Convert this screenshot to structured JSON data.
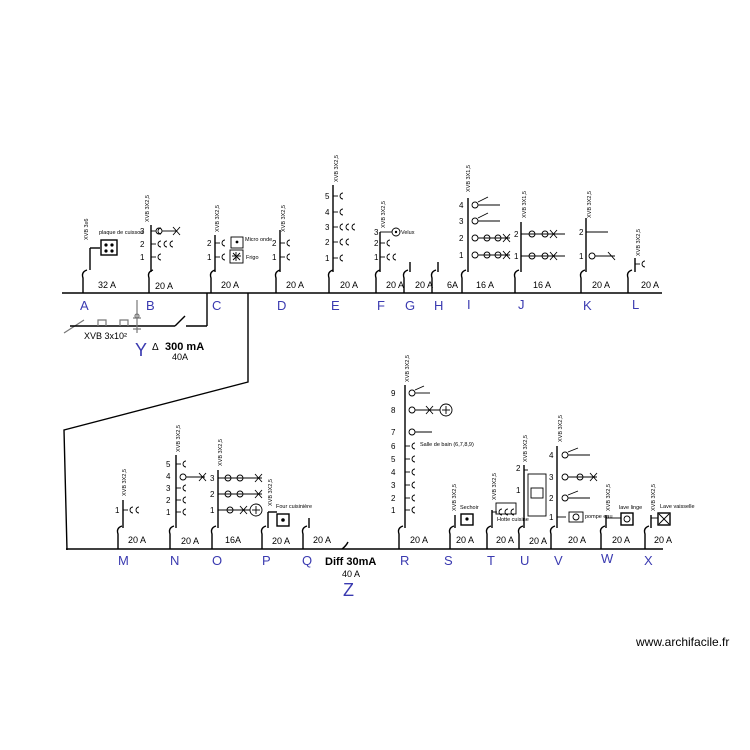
{
  "top_row": {
    "circuits": [
      {
        "letter": "A",
        "rating": "32 A",
        "cable": "XVB 3x6",
        "device": "plaque de cuisson"
      },
      {
        "letter": "B",
        "rating": "20 A",
        "cable": "XVB 3X2,5"
      },
      {
        "letter": "C",
        "rating": "20 A",
        "cable": "XVB 3X2,5",
        "devices": [
          "Micro onde",
          "Frigo"
        ]
      },
      {
        "letter": "D",
        "rating": "20 A",
        "cable": "XVB 3X2,5"
      },
      {
        "letter": "E",
        "rating": "20 A",
        "cable": "XVB 3X2,5"
      },
      {
        "letter": "F",
        "rating": "20 A",
        "cable": "XVB 3X2,5",
        "device": "Velux"
      },
      {
        "letter": "G",
        "rating": "20 A"
      },
      {
        "letter": "H",
        "rating": "6A"
      },
      {
        "letter": "I",
        "rating": "16 A",
        "cable": "XVB 3X1,5"
      },
      {
        "letter": "J",
        "rating": "16 A",
        "cable": "XVB 3X1,5"
      },
      {
        "letter": "K",
        "rating": "20 A",
        "cable": "XVB 3X2,5"
      },
      {
        "letter": "L",
        "rating": "20 A",
        "cable": "XVB 3X2,5"
      }
    ],
    "numbers": [
      "1",
      "2",
      "3",
      "4",
      "5"
    ]
  },
  "main_feed": {
    "cable": "XVB 3x10²",
    "letter": "Y",
    "delta": "Δ",
    "diff": "300 mA",
    "rating": "40A"
  },
  "bottom_row": {
    "circuits": [
      {
        "letter": "M",
        "rating": "20 A",
        "cable": "XVB 3X2,5"
      },
      {
        "letter": "N",
        "rating": "20 A",
        "cable": "XVB 3X2,5"
      },
      {
        "letter": "O",
        "rating": "16A",
        "cable": "XVB 3X2,5"
      },
      {
        "letter": "P",
        "rating": "20 A",
        "cable": "XVB 3X2,5",
        "device": "Four cuisinière"
      },
      {
        "letter": "Q",
        "rating": "20 A"
      },
      {
        "letter": "R",
        "rating": "20 A",
        "cable": "XVB 3X2,5",
        "note": "Salle de bain (6,7,8,9)"
      },
      {
        "letter": "S",
        "rating": "20 A",
        "cable": "XVB 3X2,5",
        "device": "Sechoir"
      },
      {
        "letter": "T",
        "rating": "20 A",
        "cable": "XVB 3X2,5",
        "device": "Hotte cuisine"
      },
      {
        "letter": "U",
        "rating": "20 A",
        "cable": "XVB 3X2,5"
      },
      {
        "letter": "V",
        "rating": "20 A",
        "cable": "XVB 3X2,5",
        "device": "pompe eau"
      },
      {
        "letter": "W",
        "rating": "20 A",
        "cable": "XVB 3X2,5",
        "device": "lave linge"
      },
      {
        "letter": "X",
        "rating": "20 A",
        "cable": "XVB 3X2,5",
        "device": "Lave vaisselle"
      }
    ],
    "z_diff": "Diff 30mA",
    "z_rating": "40 A",
    "z_letter": "Z"
  },
  "watermark": "www.archifacile.fr",
  "colors": {
    "letters": "#3a3ab0",
    "lines": "#000000"
  }
}
